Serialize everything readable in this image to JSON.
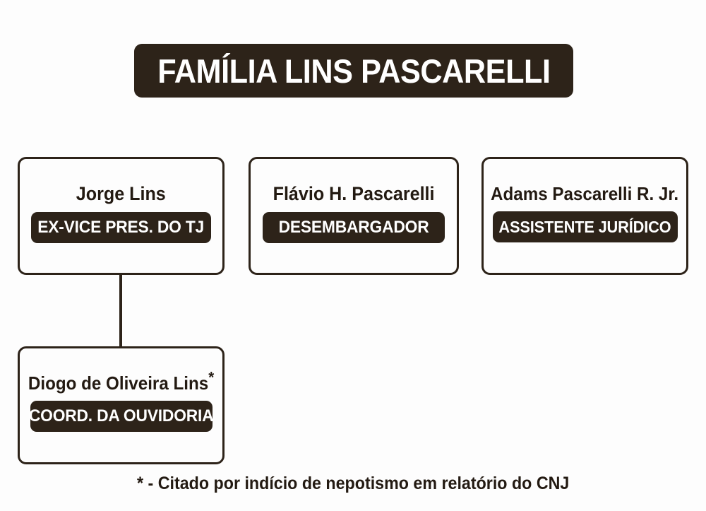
{
  "header": {
    "title": "FAMÍLIA LINS PASCARELLI"
  },
  "colors": {
    "dark": "#2d2319",
    "background": "#fdfdfd",
    "text_light": "#ffffff",
    "text_dark": "#231a12"
  },
  "chart_data": {
    "type": "diagram",
    "title": "FAMÍLIA LINS PASCARELLI",
    "subtype": "org-chart",
    "nodes": [
      {
        "id": "jorge",
        "name": "Jorge Lins",
        "role": "EX-VICE PRES. DO TJ",
        "flagged": false,
        "parent": null
      },
      {
        "id": "flavio",
        "name": "Flávio H. Pascarelli",
        "role": "DESEMBARGADOR",
        "flagged": false,
        "parent": null
      },
      {
        "id": "adams",
        "name": "Adams Pascarelli R. Jr.",
        "role": "ASSISTENTE JURÍDICO",
        "flagged": false,
        "parent": null
      },
      {
        "id": "diogo",
        "name": "Diogo de Oliveira Lins",
        "role": "COORD. DA OUVIDORIA",
        "flagged": true,
        "parent": "jorge"
      }
    ],
    "edges": [
      {
        "from": "jorge",
        "to": "diogo"
      }
    ],
    "footnote": "* - Citado por indício de nepotismo em relatório do CNJ"
  },
  "nodes": {
    "jorge": {
      "name": "Jorge Lins",
      "star": "",
      "role": "EX-VICE PRES. DO TJ"
    },
    "flavio": {
      "name": "Flávio H. Pascarelli",
      "star": "",
      "role": "DESEMBARGADOR"
    },
    "adams": {
      "name": "Adams Pascarelli R. Jr.",
      "star": "",
      "role": "ASSISTENTE JURÍDICO"
    },
    "diogo": {
      "name": "Diogo de Oliveira Lins",
      "star": "*",
      "role": "COORD. DA OUVIDORIA"
    }
  },
  "footnote": {
    "text": "* - Citado por indício de nepotismo em relatório do CNJ"
  }
}
